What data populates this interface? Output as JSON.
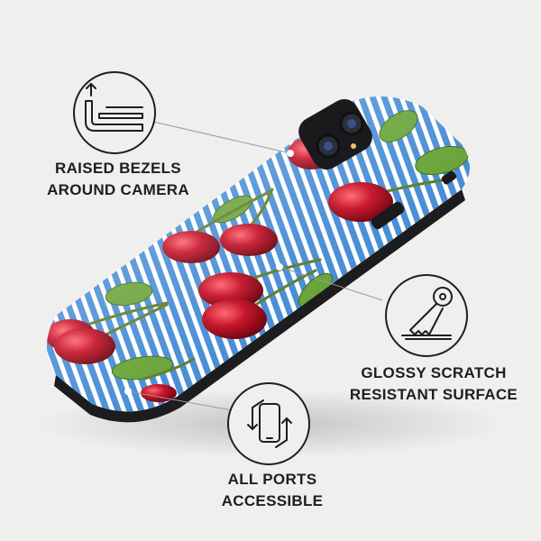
{
  "features": {
    "camera": {
      "line1": "RAISED BEZELS",
      "line2": "AROUND CAMERA",
      "icon": "raised-bezel-icon"
    },
    "glossy": {
      "line1": "GLOSSY SCRATCH",
      "line2": "RESISTANT SURFACE",
      "icon": "key-scratch-icon"
    },
    "ports": {
      "line1": "ALL PORTS",
      "line2": "ACCESSIBLE",
      "icon": "phone-rotate-icon"
    }
  },
  "colors": {
    "background": "#efefee",
    "stripe_blue": "#4a8ed6",
    "stripe_white": "#ffffff",
    "cherry_red": "#c8142a",
    "leaf_green": "#6aa43a",
    "ink": "#1e1e1e"
  }
}
